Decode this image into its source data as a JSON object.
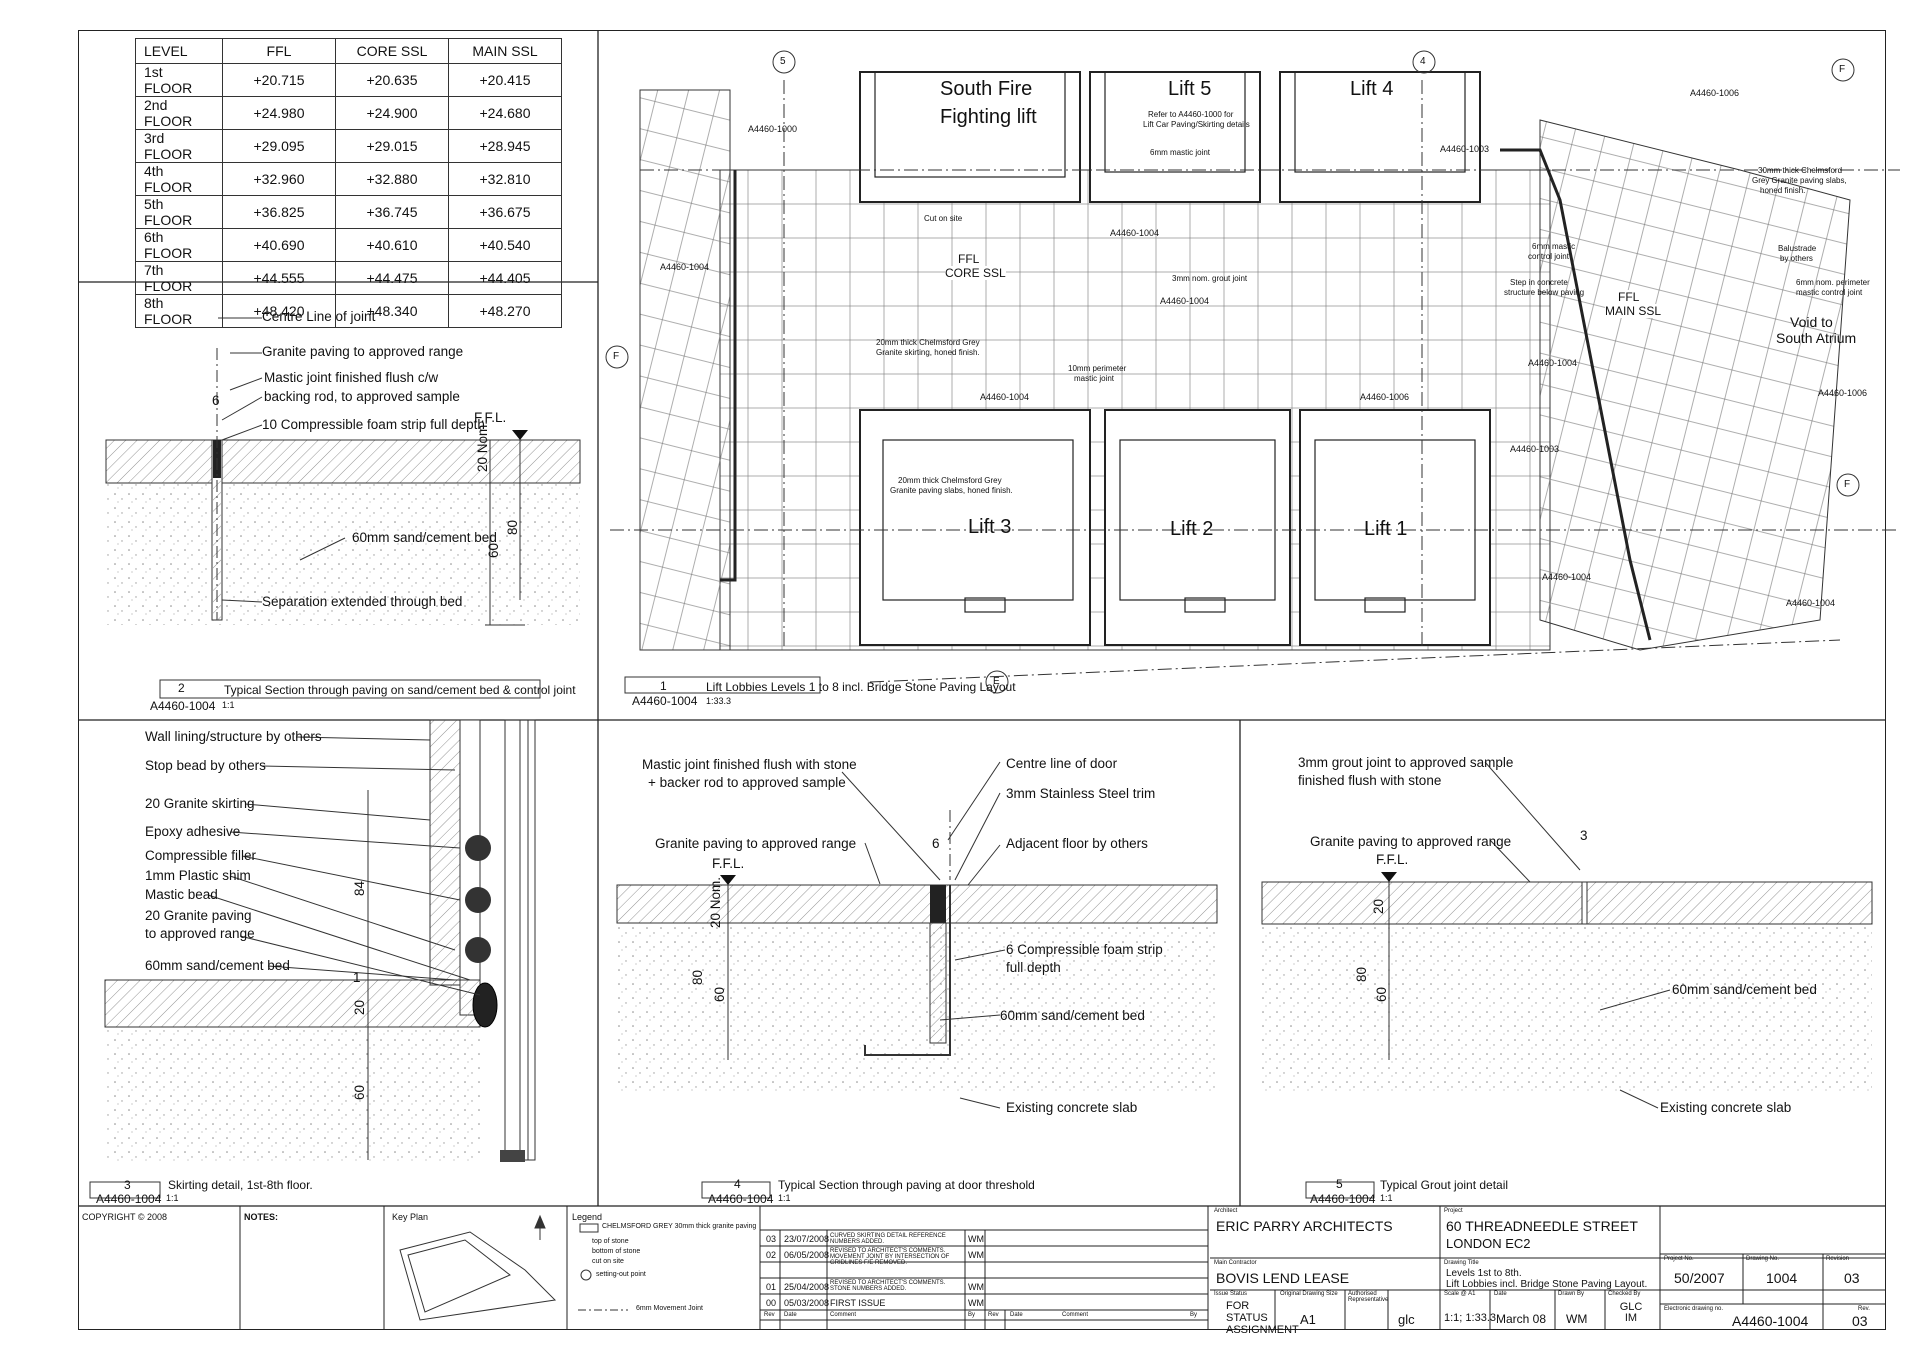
{
  "levels_table": {
    "headers": [
      "LEVEL",
      "FFL",
      "CORE SSL",
      "MAIN SSL"
    ],
    "rows": [
      [
        "1st FLOOR",
        "+20.715",
        "+20.635",
        "+20.415"
      ],
      [
        "2nd FLOOR",
        "+24.980",
        "+24.900",
        "+24.680"
      ],
      [
        "3rd FLOOR",
        "+29.095",
        "+29.015",
        "+28.945"
      ],
      [
        "4th FLOOR",
        "+32.960",
        "+32.880",
        "+32.810"
      ],
      [
        "5th FLOOR",
        "+36.825",
        "+36.745",
        "+36.675"
      ],
      [
        "6th FLOOR",
        "+40.690",
        "+40.610",
        "+40.540"
      ],
      [
        "7th FLOOR",
        "+44.555",
        "+44.475",
        "+44.405"
      ],
      [
        "8th FLOOR",
        "+48.420",
        "+48.340",
        "+48.270"
      ]
    ]
  },
  "detail2": {
    "labels": [
      "Centre Line of joint",
      "Granite paving to approved range",
      "Mastic joint finished flush c/w",
      "backing rod, to approved sample",
      "10 Compressible foam strip full depth",
      "F.F.L.",
      "60mm sand/cement bed",
      "Separation extended through bed"
    ],
    "dims": [
      "6",
      "20 Nom.",
      "80",
      "60"
    ],
    "number": "2",
    "ref": "A4460-1004",
    "scale": "1:1",
    "title": "Typical Section through paving on sand/cement bed & control joint"
  },
  "plan": {
    "rooms": [
      "South Fire",
      "Fighting lift",
      "Lift 5",
      "Lift 4",
      "Lift 3",
      "Lift 2",
      "Lift 1"
    ],
    "ffl_core": [
      "FFL",
      "CORE SSL"
    ],
    "ffl_main": [
      "FFL",
      "MAIN SSL"
    ],
    "void": [
      "Void to",
      "South Atrium"
    ],
    "grid": [
      "5",
      "4",
      "F",
      "F",
      "F",
      "E"
    ],
    "refs": [
      "A4460-1000",
      "A4460-1004",
      "A4460-1003",
      "A4460-1006",
      "A4460-1004",
      "A4460-1003",
      "A4460-1004",
      "A4460-1004",
      "A4460-1004",
      "A4460-1006",
      "A4460-1006",
      "A4460-1004",
      "A4460-1004"
    ],
    "notes": [
      "20mm thick Chelmsford Grey",
      "Granite skirting, honed finish.",
      "20mm thick Chelmsford Grey",
      "Granite paving slabs, honed finish.",
      "Refer to A4460-1000 for",
      "Lift Car Paving/Skirting details",
      "6mm mastic joint",
      "3mm nom. grout joint",
      "30mm thick Chelmsford",
      "Grey Granite paving slabs,",
      "honed finish.",
      "Balustrade",
      "by others",
      "Step in concrete",
      "structure below paving",
      "10mm perimeter",
      "mastic joint",
      "6mm mastic",
      "control joint",
      "Cut on site",
      "6mm nom. perimeter",
      "mastic control joint"
    ],
    "number": "1",
    "ref": "A4460-1004",
    "scale": "1:33.3",
    "title": "Lift Lobbies Levels 1 to 8 incl. Bridge Stone Paving Layout"
  },
  "detail3": {
    "labels": [
      "Wall lining/structure by others",
      "Stop bead by others",
      "20 Granite skirting",
      "Epoxy adhesive",
      "Compressible filler",
      "1mm Plastic shim",
      "Mastic bead",
      "20 Granite paving",
      "to approved range",
      "60mm sand/cement bed"
    ],
    "dims": [
      "84",
      "1",
      "20",
      "60"
    ],
    "number": "3",
    "ref": "A4460-1004",
    "scale": "1:1",
    "title": "Skirting detail, 1st-8th floor."
  },
  "detail4": {
    "labels": [
      "Mastic joint finished flush with stone",
      "+ backer rod to approved sample",
      "Centre line of door",
      "3mm Stainless Steel trim",
      "Granite paving to approved range",
      "Adjacent floor by others",
      "F.F.L.",
      "6 Compressible foam strip",
      "full depth",
      "60mm sand/cement bed",
      "Existing concrete slab"
    ],
    "dims": [
      "6",
      "20 Nom.",
      "80",
      "60"
    ],
    "number": "4",
    "ref": "A4460-1004",
    "scale": "1:1",
    "title": "Typical Section through paving at door threshold"
  },
  "detail5": {
    "labels": [
      "3mm grout joint to approved sample",
      "finished flush with stone",
      "Granite paving to approved range",
      "F.F.L.",
      "60mm sand/cement bed",
      "Existing concrete slab"
    ],
    "dims": [
      "3",
      "20",
      "80",
      "60"
    ],
    "number": "5",
    "ref": "A4460-1004",
    "scale": "1:1",
    "title": "Typical Grout joint detail"
  },
  "titleblock": {
    "copyright": "COPYRIGHT © 2008",
    "notes_head": "NOTES:",
    "key_plan": "Key Plan",
    "legend": "Legend",
    "legend_items": [
      "CHELMSFORD GREY 30mm thick granite paving",
      "top of stone",
      "bottom of stone",
      "cut on site",
      "setting-out point",
      "6mm Movement Joint"
    ],
    "revisions": [
      {
        "rev": "03",
        "date": "23/07/2008",
        "comment": "CURVED SKIRTING DETAIL REFERENCE NUMBERS ADDED.",
        "by": "WM"
      },
      {
        "rev": "02",
        "date": "06/05/2008",
        "comment": "REVISED TO ARCHITECT'S COMMENTS. MOVEMENT JOINT BY INTERSECTION OF GRIDLINES F/E REMOVED.",
        "by": "WM"
      },
      {
        "rev": "01",
        "date": "25/04/2008",
        "comment": "REVISED TO ARCHITECT'S COMMENTS. STONE NUMBERS ADDED.",
        "by": "WM"
      },
      {
        "rev": "00",
        "date": "05/03/2008",
        "comment": "FIRST ISSUE",
        "by": "WM"
      }
    ],
    "rev_headers": [
      "Rev",
      "Date",
      "Comment",
      "By",
      "Rev",
      "Date",
      "Comment",
      "By"
    ],
    "architect_label": "Architect",
    "architect": "ERIC PARRY ARCHITECTS",
    "contractor_label": "Main Contractor",
    "contractor": "BOVIS LEND LEASE",
    "issue_label": "Issue Status",
    "issue": "FOR STATUS ASSIGNMENT",
    "size_label": "Original Drawing Size",
    "size": "A1",
    "auth_label": "Authorised Representative",
    "auth": "glc",
    "project_label": "Project",
    "project": "60 THREADNEEDLE STREET",
    "project2": "LONDON EC2",
    "dtitle_label": "Drawing Title",
    "dtitle1": "Levels 1st to 8th.",
    "dtitle2": "Lift Lobbies incl. Bridge Stone Paving Layout.",
    "projno_label": "Project No.",
    "projno": "50/2007",
    "drawno_label": "Drawing No.",
    "drawno": "1004",
    "revision_label": "Revision",
    "revision": "03",
    "scale_label": "Scale @ A1",
    "scale": "1:1; 1:33.3",
    "date_label": "Date",
    "date": "March 08",
    "drawn_label": "Drawn By",
    "drawn": "WM",
    "checked_label": "Checked By",
    "checked": "GLC IM",
    "edn_label": "Electronic drawing no.",
    "edn": "A4460-1004",
    "rev2_label": "Rev.",
    "rev2": "03"
  }
}
